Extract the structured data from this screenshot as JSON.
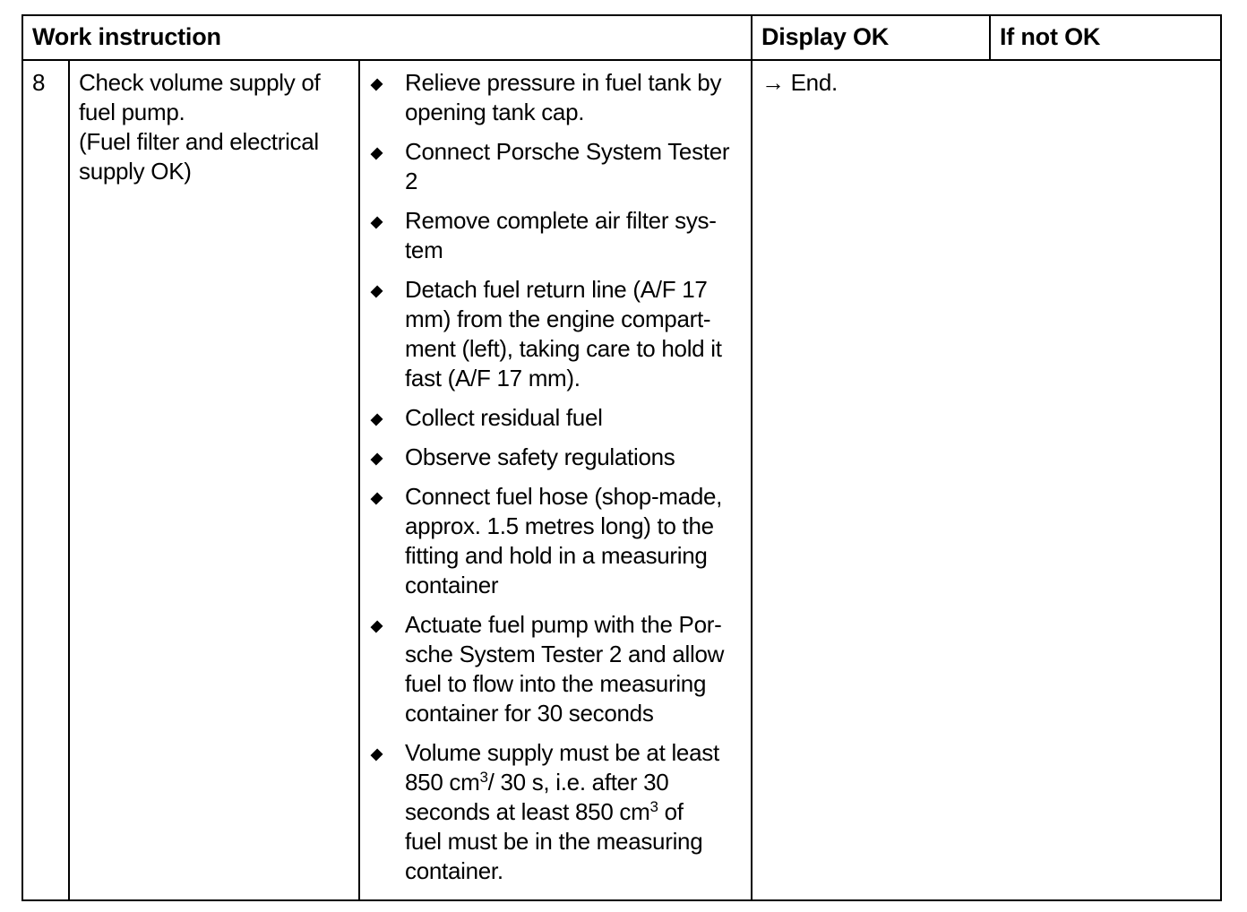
{
  "header": {
    "work_instruction": "Work instruction",
    "display_ok": "Display OK",
    "if_not_ok": "If not OK"
  },
  "row": {
    "step_number": "8",
    "description": [
      "Check volume supply of",
      "fuel pump.",
      "(Fuel filter and electrical",
      "supply OK)"
    ],
    "display_ok": "→ End.",
    "if_not_ok": "",
    "instructions": [
      {
        "lines": [
          "Relieve pressure in fuel tank by",
          "opening tank cap."
        ]
      },
      {
        "lines": [
          "Connect Porsche System Tester",
          "2"
        ]
      },
      {
        "lines": [
          "Remove complete air filter sys-",
          "tem"
        ]
      },
      {
        "lines": [
          "Detach fuel return line (A/F 17",
          "mm) from the engine compart-",
          "ment (left), taking care to hold it",
          "fast (A/F 17 mm)."
        ]
      },
      {
        "lines": [
          "Collect residual fuel"
        ]
      },
      {
        "lines": [
          "Observe safety regulations"
        ]
      },
      {
        "lines": [
          "Connect fuel hose (shop-made,",
          "approx. 1.5 metres long) to the",
          "fitting and hold in a measuring",
          "container"
        ]
      },
      {
        "lines": [
          "Actuate fuel pump with the Por-",
          "sche System Tester 2 and allow",
          "fuel to flow into the measuring",
          "container for 30 seconds"
        ]
      },
      {
        "lines": [
          "Volume supply must be at least",
          "850 cm³/ 30 s, i.e. after 30",
          "seconds at least 850 cm³ of",
          "fuel must be in the measuring",
          "container."
        ]
      }
    ]
  },
  "icons": {
    "bullet": "diamond-bullet-icon",
    "arrow": "right-arrow"
  },
  "colors": {
    "text": "#000000",
    "border": "#000000",
    "background": "#ffffff"
  }
}
